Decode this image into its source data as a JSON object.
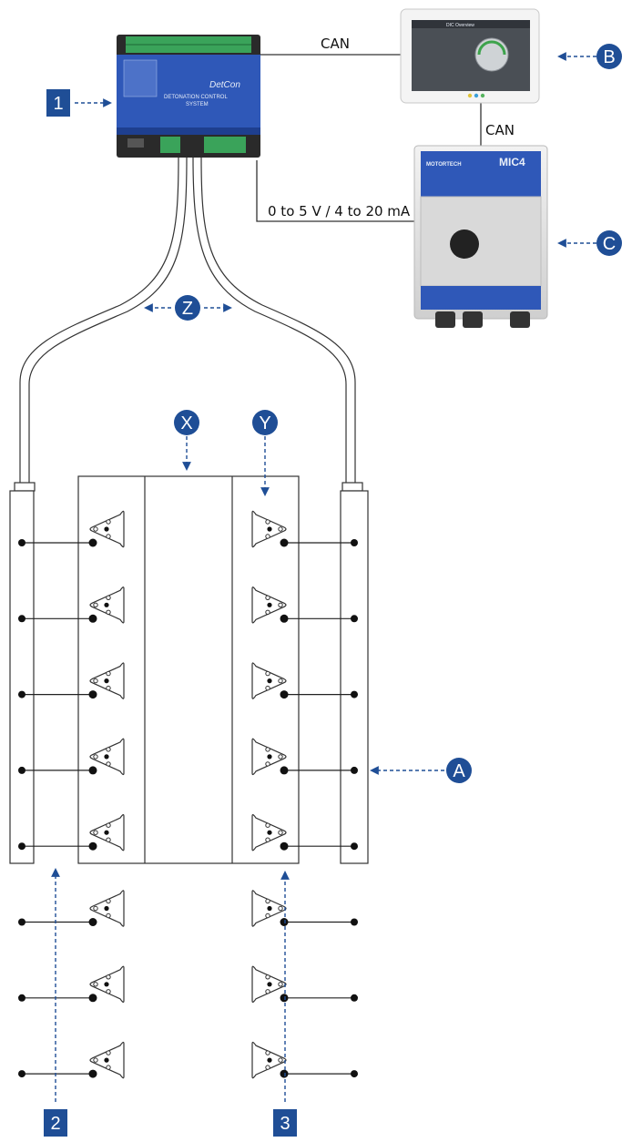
{
  "connections": {
    "can_top": "CAN",
    "can_right": "CAN",
    "analog_signal": "0 to 5 V / 4 to 20 mA"
  },
  "markers": {
    "marker_1": "1",
    "marker_2": "2",
    "marker_3": "3",
    "marker_a": "A",
    "marker_b": "B",
    "marker_c": "C",
    "marker_x": "X",
    "marker_y": "Y",
    "marker_z": "Z"
  },
  "controller": {
    "brand": "DetCon",
    "title_line1": "DETONATION CONTROL",
    "title_line2": "SYSTEM"
  },
  "display": {
    "screen_title": "DIC Overview"
  },
  "mic4": {
    "brand": "MOTORTECH",
    "model": "MIC4"
  },
  "engine": {
    "cylinders_per_bank": 8
  },
  "colors": {
    "marker_blue": "#1f4e96",
    "device_blue": "#2f58b8",
    "line": "#222222"
  }
}
